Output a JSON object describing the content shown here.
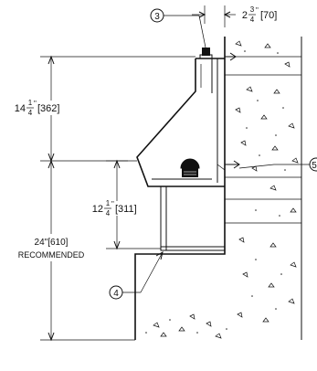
{
  "dimensions": {
    "top_right": {
      "whole": "2",
      "num": "3",
      "den": "4",
      "metric": "[70]"
    },
    "upper_left": {
      "whole": "14",
      "num": "1",
      "den": "4",
      "metric": "[362]"
    },
    "middle": {
      "whole": "12",
      "num": "1",
      "den": "4",
      "metric": "[311]"
    },
    "overall": {
      "value": "24\"[610]",
      "note": "RECOMMENDED"
    }
  },
  "callouts": {
    "c3": "3",
    "c4": "4",
    "c5": "5"
  }
}
